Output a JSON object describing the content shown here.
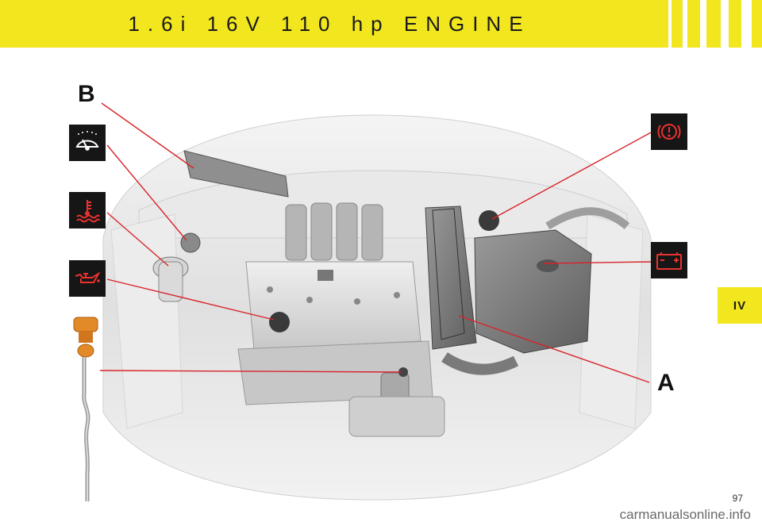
{
  "header": {
    "title": "1.6i 16V 110 hp ENGINE"
  },
  "side_tab": {
    "label": "IV"
  },
  "callouts": {
    "b_label": "B",
    "a_label": "A"
  },
  "icons": {
    "washer": "windscreen-washer-icon",
    "coolant": "coolant-temperature-icon",
    "oil": "oil-pressure-icon",
    "brake": "brake-warning-icon",
    "battery": "battery-icon"
  },
  "colors": {
    "accent_yellow": "#f2e61f",
    "leader_red": "#d8242a",
    "icon_bg": "#161616",
    "warning_red": "#e8322f"
  },
  "footer": {
    "page_number": "97",
    "watermark": "carmanualsonline.info"
  }
}
